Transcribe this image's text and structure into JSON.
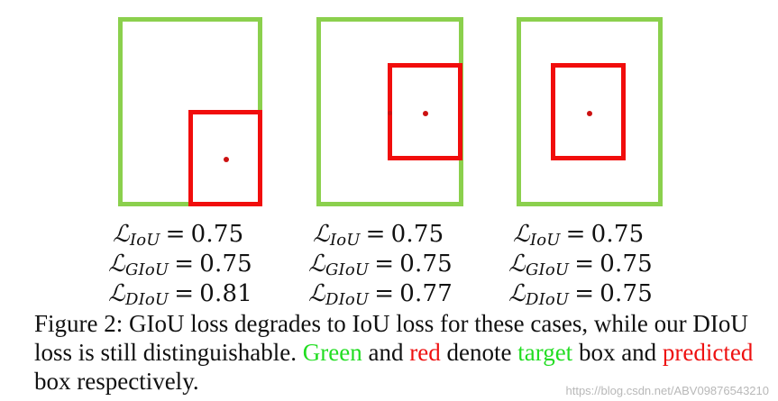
{
  "figure": {
    "panels": [
      {
        "id": "case-1",
        "losses": [
          {
            "sub": "IoU",
            "value": "0.75"
          },
          {
            "sub": "GIoU",
            "value": "0.75"
          },
          {
            "sub": "DIoU",
            "value": "0.81"
          }
        ]
      },
      {
        "id": "case-2",
        "losses": [
          {
            "sub": "IoU",
            "value": "0.75"
          },
          {
            "sub": "GIoU",
            "value": "0.75"
          },
          {
            "sub": "DIoU",
            "value": "0.77"
          }
        ]
      },
      {
        "id": "case-3",
        "losses": [
          {
            "sub": "IoU",
            "value": "0.75"
          },
          {
            "sub": "GIoU",
            "value": "0.75"
          },
          {
            "sub": "DIoU",
            "value": "0.75"
          }
        ]
      }
    ],
    "loss_symbol": "ℒ",
    "equals": "=",
    "colors": {
      "target": "#8bd04d",
      "predicted": "#f10d0c",
      "center": "#cc1111"
    }
  },
  "caption": {
    "part1": "Figure 2: GIoU loss degrades to IoU loss for these cases, while our DIoU loss is still distinguishable. ",
    "green_word": "Green",
    "part2": " and ",
    "red_word": "red",
    "part3": " denote ",
    "target_word": "target",
    "part4": " box and ",
    "predicted_word": "predicted",
    "part5": " box respectively."
  },
  "watermark": "https://blog.csdn.net/ABV09876543210"
}
